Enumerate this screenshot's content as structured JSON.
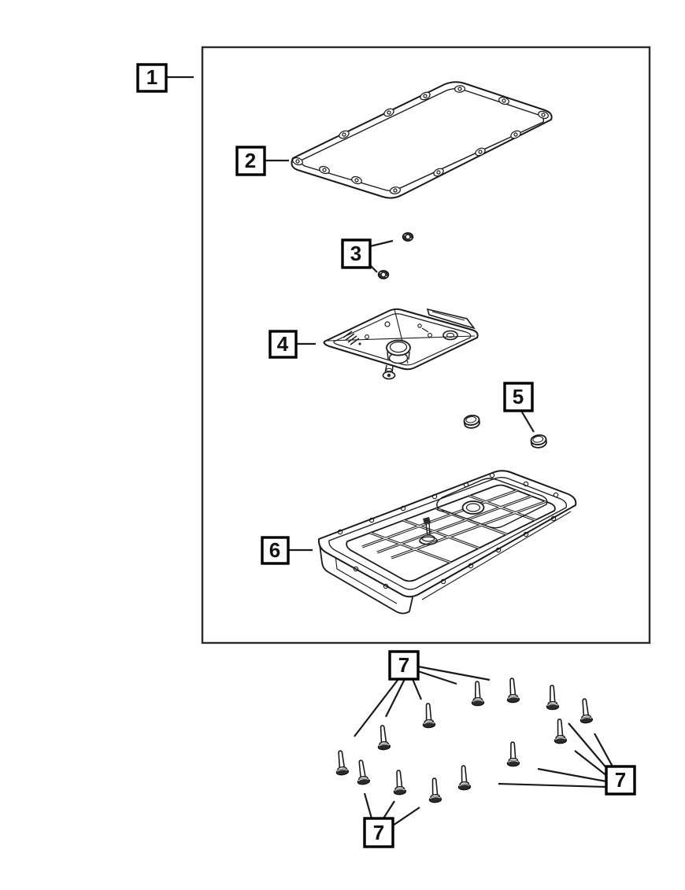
{
  "diagram": {
    "type": "exploded-parts-diagram",
    "colors": {
      "background": "#ffffff",
      "line": "#1a1a1a",
      "callout_border": "#000000",
      "callout_fill": "#ffffff",
      "dark_fill": "#2b2b2b"
    },
    "callouts": [
      {
        "label": "1"
      },
      {
        "label": "2"
      },
      {
        "label": "3"
      },
      {
        "label": "4"
      },
      {
        "label": "5"
      },
      {
        "label": "6"
      },
      {
        "label": "7"
      },
      {
        "label": "7"
      },
      {
        "label": "7"
      }
    ],
    "parts": [
      {
        "callout": "1",
        "icon": "assembly-box-icon",
        "qty": 1
      },
      {
        "callout": "2",
        "icon": "pan-gasket-icon",
        "qty": 1
      },
      {
        "callout": "3",
        "icon": "hex-nut-icon",
        "qty": 2
      },
      {
        "callout": "4",
        "icon": "filter-plate-icon",
        "qty": 1
      },
      {
        "callout": "5",
        "icon": "round-plug-icon",
        "qty": 2
      },
      {
        "callout": "6",
        "icon": "oil-pan-icon",
        "qty": 1
      },
      {
        "callout": "7",
        "icon": "flange-bolt-icon",
        "qty": 13
      }
    ]
  }
}
